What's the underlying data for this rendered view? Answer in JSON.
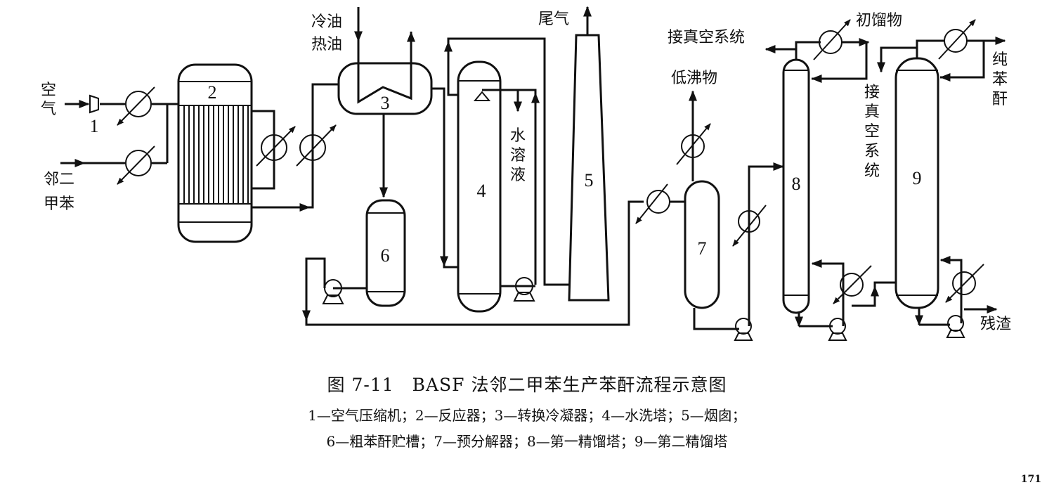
{
  "diagram": {
    "equipment_numbers": [
      "1",
      "2",
      "3",
      "4",
      "5",
      "6",
      "7",
      "8",
      "9"
    ],
    "stream_labels": {
      "air": "空气",
      "oxylene_1": "邻二",
      "oxylene_2": "甲苯",
      "cold_oil": "冷油",
      "hot_oil": "热油",
      "tail_gas": "尾气",
      "aqueous_solution": [
        "水",
        "溶",
        "液"
      ],
      "low_boilers": "低沸物",
      "vacuum_system_top": "接真空系统",
      "vacuum_system_side": [
        "接",
        "真",
        "空",
        "系",
        "统"
      ],
      "first_fraction": "初馏物",
      "pure_pa": [
        "纯",
        "苯",
        "酐"
      ],
      "residue": "残渣"
    }
  },
  "caption": {
    "title": "图 7-11　BASF 法邻二甲苯生产苯酐流程示意图",
    "legend_line1": "1—空气压缩机；2—反应器；3—转换冷凝器；4—水洗塔；5—烟囱；",
    "legend_line2": "6—粗苯酐贮槽；7—预分解器；8—第一精馏塔；9—第二精馏塔"
  },
  "page_number": "171"
}
